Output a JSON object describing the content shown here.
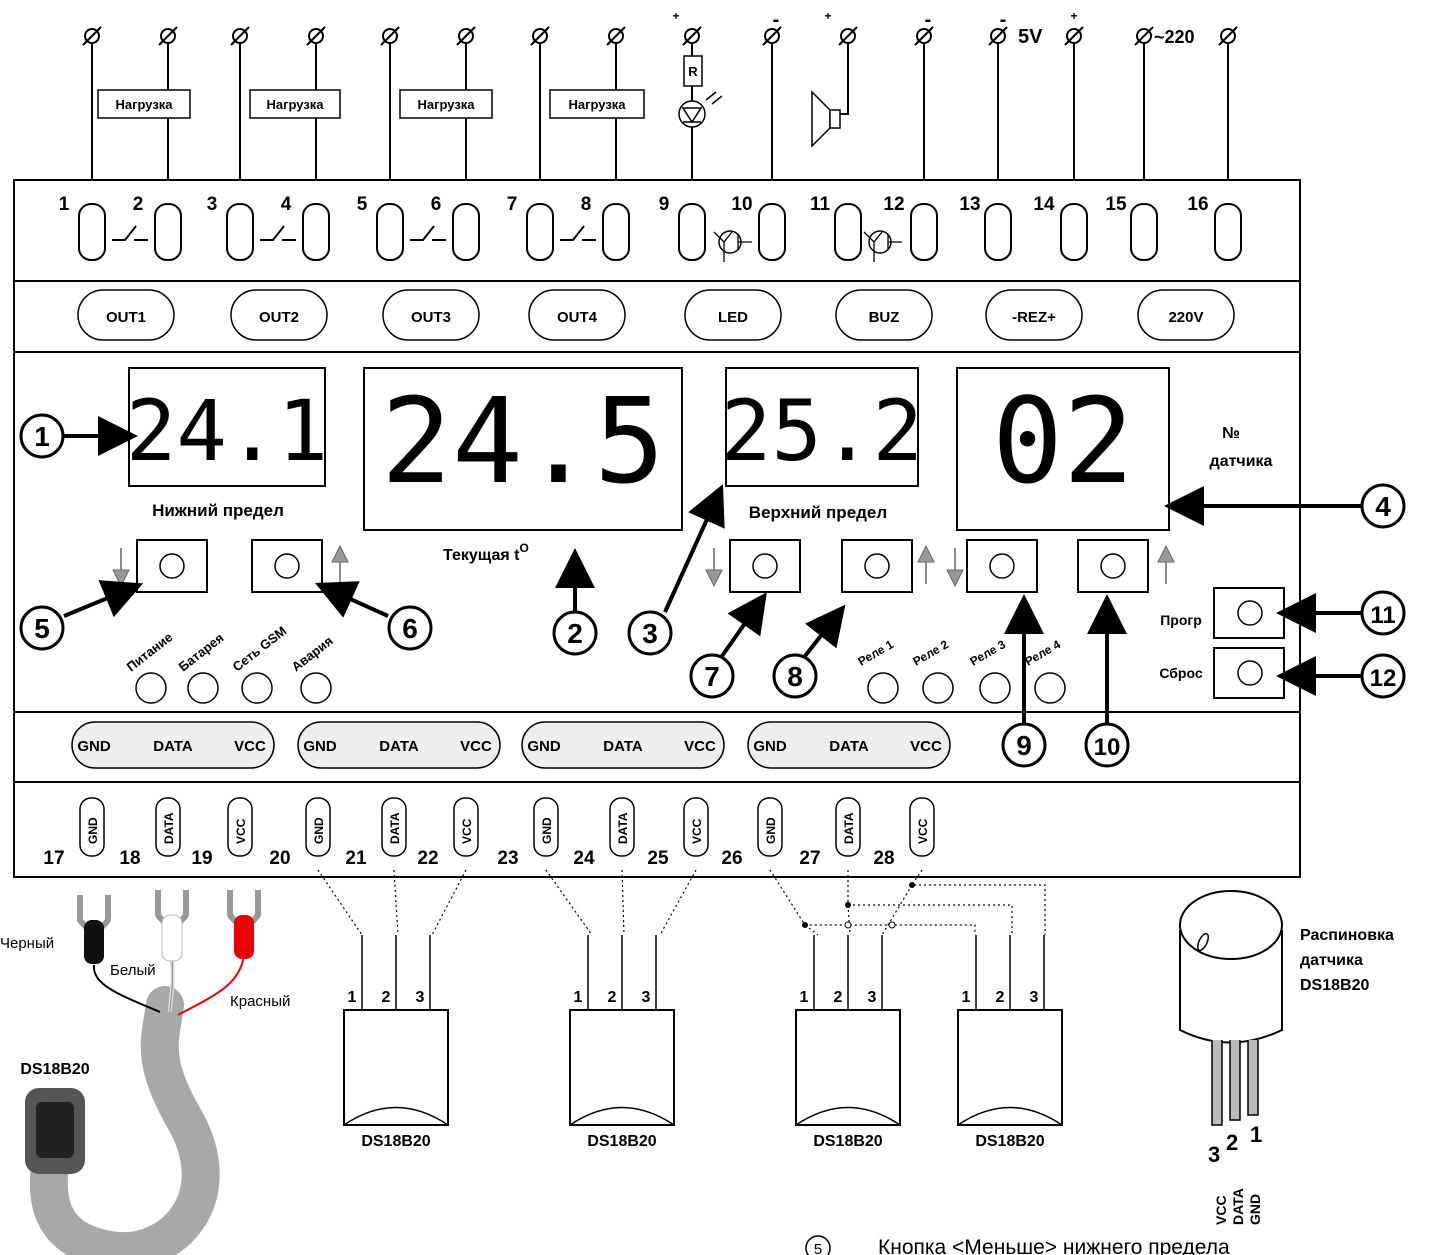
{
  "terminals_top": {
    "load_label": "Нагрузка",
    "resistor": "R",
    "plus": "+",
    "minus": "-",
    "five_v": "5V",
    "mains": "~220"
  },
  "terminal_numbers": [
    "1",
    "2",
    "3",
    "4",
    "5",
    "6",
    "7",
    "8",
    "9",
    "10",
    "11",
    "12",
    "13",
    "14",
    "15",
    "16"
  ],
  "output_buttons": [
    "OUT1",
    "OUT2",
    "OUT3",
    "OUT4",
    "LED",
    "BUZ",
    "-REZ+",
    "220V"
  ],
  "displays": {
    "lower_limit": {
      "value": "24.1",
      "label": "Нижний предел"
    },
    "current": {
      "value": "24.5",
      "label": "Текущая t",
      "sup": "O"
    },
    "upper_limit": {
      "value": "25.2",
      "label": "Верхний предел"
    },
    "sensor_no": {
      "value": "02",
      "label_line1": "№",
      "label_line2": "датчика"
    }
  },
  "indicators": [
    "Питание",
    "Батарея",
    "Сеть GSM",
    "Авария"
  ],
  "relays": [
    "Реле 1",
    "Реле 2",
    "Реле 3",
    "Реле 4"
  ],
  "side_buttons": {
    "prog": "Прогр",
    "reset": "Сброс"
  },
  "callouts": [
    "1",
    "2",
    "3",
    "4",
    "5",
    "6",
    "7",
    "8",
    "9",
    "10",
    "11",
    "12"
  ],
  "connector_groups": [
    {
      "gnd": "GND",
      "data": "DATA",
      "vcc": "VCC"
    },
    {
      "gnd": "GND",
      "data": "DATA",
      "vcc": "VCC"
    },
    {
      "gnd": "GND",
      "data": "DATA",
      "vcc": "VCC"
    },
    {
      "gnd": "GND",
      "data": "DATA",
      "vcc": "VCC"
    }
  ],
  "pin_labels": [
    "GND",
    "DATA",
    "VCC",
    "GND",
    "DATA",
    "VCC",
    "GND",
    "DATA",
    "VCC",
    "GND",
    "DATA",
    "VCC"
  ],
  "bottom_numbers": [
    "17",
    "18",
    "19",
    "20",
    "21",
    "22",
    "23",
    "24",
    "25",
    "26",
    "27",
    "28"
  ],
  "sensor": {
    "name": "DS18B20",
    "pin_numbers": [
      "1",
      "2",
      "3"
    ],
    "wires": {
      "black": "Черный",
      "white": "Белый",
      "red": "Красный"
    },
    "pinout_title": [
      "Распиновка",
      "датчика",
      "DS18B20"
    ],
    "pinout_numbers": [
      "3",
      "2",
      "1"
    ],
    "pinout_names": [
      "VCC",
      "DATA",
      "GND"
    ]
  },
  "legend": {
    "num": "5",
    "text": "Кнопка <Меньше> нижнего предела"
  }
}
